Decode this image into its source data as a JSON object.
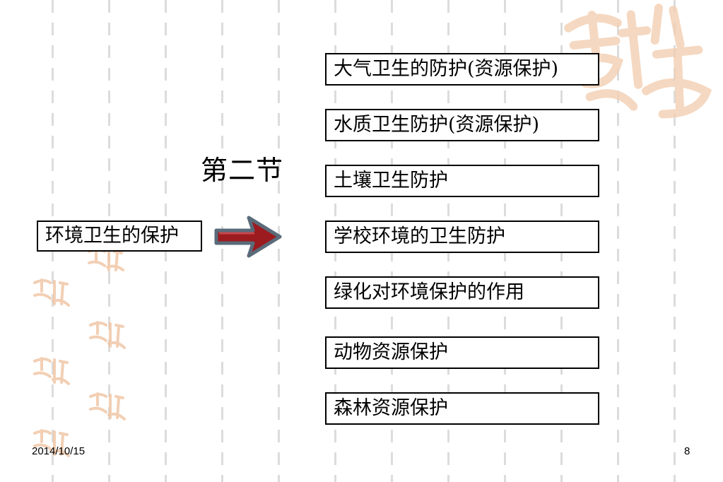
{
  "slide": {
    "title": "第二节",
    "main_topic": "环境卫生的保护",
    "subtopics": [
      "大气卫生的防护(资源保护)",
      "水质卫生防护(资源保护)",
      "土壤卫生防护",
      "学校环境的卫生防护",
      "绿化对环境保护的作用",
      "动物资源保护",
      "森林资源保护"
    ]
  },
  "footer": {
    "date": "2014/10/15",
    "page_number": "8"
  },
  "decoration": {
    "seal_text": "吉祥",
    "seal_color": "#f2c9aa",
    "arrow_color": "#9b1b1f"
  },
  "icons": {
    "arrow": "right-arrow-icon",
    "seal": "auspicious-seal-icon"
  }
}
